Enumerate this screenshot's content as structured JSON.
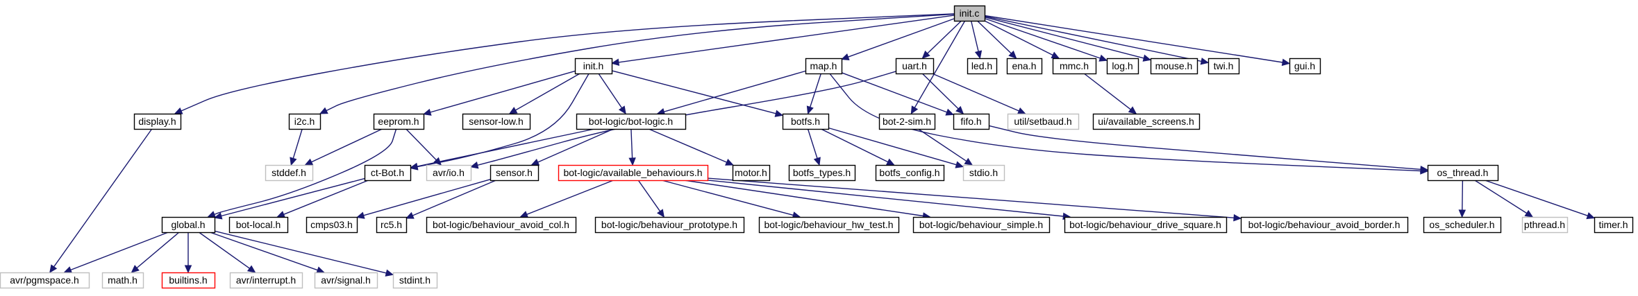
{
  "colors": {
    "edge": "#191970",
    "box_border": "#000000",
    "box_border_missing": "#bfbfbf",
    "box_border_flagged": "#ff0000",
    "root_fill": "#bfbfbf",
    "node_fill": "#ffffff"
  },
  "diagram": {
    "type": "include-dependency-graph",
    "nodes": [
      {
        "id": "init_c",
        "label": "init.c",
        "style": "root"
      },
      {
        "id": "display_h",
        "label": "display.h",
        "style": "normal"
      },
      {
        "id": "i2c_h",
        "label": "i2c.h",
        "style": "normal"
      },
      {
        "id": "init_h",
        "label": "init.h",
        "style": "normal"
      },
      {
        "id": "map_h",
        "label": "map.h",
        "style": "normal"
      },
      {
        "id": "uart_h",
        "label": "uart.h",
        "style": "normal"
      },
      {
        "id": "led_h",
        "label": "led.h",
        "style": "normal"
      },
      {
        "id": "ena_h",
        "label": "ena.h",
        "style": "normal"
      },
      {
        "id": "mmc_h",
        "label": "mmc.h",
        "style": "normal"
      },
      {
        "id": "log_h",
        "label": "log.h",
        "style": "normal"
      },
      {
        "id": "mouse_h",
        "label": "mouse.h",
        "style": "normal"
      },
      {
        "id": "twi_h",
        "label": "twi.h",
        "style": "normal"
      },
      {
        "id": "gui_h",
        "label": "gui.h",
        "style": "normal"
      },
      {
        "id": "eeprom_h",
        "label": "eeprom.h",
        "style": "normal"
      },
      {
        "id": "sensor_low_h",
        "label": "sensor-low.h",
        "style": "normal"
      },
      {
        "id": "bot_logic_h",
        "label": "bot-logic/bot-logic.h",
        "style": "normal"
      },
      {
        "id": "botfs_h",
        "label": "botfs.h",
        "style": "normal"
      },
      {
        "id": "bot_2_sim_h",
        "label": "bot-2-sim.h",
        "style": "normal"
      },
      {
        "id": "fifo_h",
        "label": "fifo.h",
        "style": "normal"
      },
      {
        "id": "setbaud_h",
        "label": "util/setbaud.h",
        "style": "missing"
      },
      {
        "id": "available_screens_h",
        "label": "ui/available_screens.h",
        "style": "normal"
      },
      {
        "id": "stddef_h",
        "label": "stddef.h",
        "style": "missing"
      },
      {
        "id": "ct_bot_h",
        "label": "ct-Bot.h",
        "style": "normal"
      },
      {
        "id": "avr_io_h",
        "label": "avr/io.h",
        "style": "missing"
      },
      {
        "id": "sensor_h",
        "label": "sensor.h",
        "style": "normal"
      },
      {
        "id": "available_behaviours_h",
        "label": "bot-logic/available_behaviours.h",
        "style": "flagged"
      },
      {
        "id": "motor_h",
        "label": "motor.h",
        "style": "normal"
      },
      {
        "id": "botfs_types_h",
        "label": "botfs_types.h",
        "style": "normal"
      },
      {
        "id": "botfs_config_h",
        "label": "botfs_config.h",
        "style": "normal"
      },
      {
        "id": "stdio_h",
        "label": "stdio.h",
        "style": "missing"
      },
      {
        "id": "os_thread_h",
        "label": "os_thread.h",
        "style": "normal"
      },
      {
        "id": "global_h",
        "label": "global.h",
        "style": "normal"
      },
      {
        "id": "bot_local_h",
        "label": "bot-local.h",
        "style": "normal"
      },
      {
        "id": "cmps03_h",
        "label": "cmps03.h",
        "style": "normal"
      },
      {
        "id": "rc5_h",
        "label": "rc5.h",
        "style": "normal"
      },
      {
        "id": "behaviour_avoid_col_h",
        "label": "bot-logic/behaviour_avoid_col.h",
        "style": "normal"
      },
      {
        "id": "behaviour_prototype_h",
        "label": "bot-logic/behaviour_prototype.h",
        "style": "normal"
      },
      {
        "id": "behaviour_hw_test_h",
        "label": "bot-logic/behaviour_hw_test.h",
        "style": "normal"
      },
      {
        "id": "behaviour_simple_h",
        "label": "bot-logic/behaviour_simple.h",
        "style": "normal"
      },
      {
        "id": "behaviour_drive_square_h",
        "label": "bot-logic/behaviour_drive_square.h",
        "style": "normal"
      },
      {
        "id": "behaviour_avoid_border_h",
        "label": "bot-logic/behaviour_avoid_border.h",
        "style": "normal"
      },
      {
        "id": "os_scheduler_h",
        "label": "os_scheduler.h",
        "style": "normal"
      },
      {
        "id": "pthread_h",
        "label": "pthread.h",
        "style": "missing"
      },
      {
        "id": "timer_h",
        "label": "timer.h",
        "style": "normal"
      },
      {
        "id": "pgmspace_h",
        "label": "avr/pgmspace.h",
        "style": "missing"
      },
      {
        "id": "math_h",
        "label": "math.h",
        "style": "missing"
      },
      {
        "id": "builtins_h",
        "label": "builtins.h",
        "style": "flagged"
      },
      {
        "id": "avr_interrupt_h",
        "label": "avr/interrupt.h",
        "style": "missing"
      },
      {
        "id": "avr_signal_h",
        "label": "avr/signal.h",
        "style": "missing"
      },
      {
        "id": "stdint_h",
        "label": "stdint.h",
        "style": "missing"
      }
    ],
    "edges": [
      [
        "init_c",
        "display_h"
      ],
      [
        "init_c",
        "i2c_h"
      ],
      [
        "init_c",
        "init_h"
      ],
      [
        "init_c",
        "map_h"
      ],
      [
        "init_c",
        "uart_h"
      ],
      [
        "init_c",
        "bot_2_sim_h"
      ],
      [
        "init_c",
        "led_h"
      ],
      [
        "init_c",
        "ena_h"
      ],
      [
        "init_c",
        "mmc_h"
      ],
      [
        "init_c",
        "log_h"
      ],
      [
        "init_c",
        "mouse_h"
      ],
      [
        "init_c",
        "twi_h"
      ],
      [
        "init_c",
        "gui_h"
      ],
      [
        "display_h",
        "pgmspace_h"
      ],
      [
        "i2c_h",
        "stddef_h"
      ],
      [
        "init_h",
        "ct_bot_h"
      ],
      [
        "init_h",
        "eeprom_h"
      ],
      [
        "init_h",
        "sensor_low_h"
      ],
      [
        "init_h",
        "bot_logic_h"
      ],
      [
        "init_h",
        "botfs_h"
      ],
      [
        "map_h",
        "bot_logic_h"
      ],
      [
        "map_h",
        "botfs_h"
      ],
      [
        "map_h",
        "fifo_h"
      ],
      [
        "map_h",
        "os_thread_h"
      ],
      [
        "uart_h",
        "avr_io_h"
      ],
      [
        "uart_h",
        "fifo_h"
      ],
      [
        "uart_h",
        "setbaud_h"
      ],
      [
        "mmc_h",
        "available_screens_h"
      ],
      [
        "eeprom_h",
        "stddef_h"
      ],
      [
        "eeprom_h",
        "avr_io_h"
      ],
      [
        "eeprom_h",
        "global_h"
      ],
      [
        "bot_logic_h",
        "ct_bot_h"
      ],
      [
        "bot_logic_h",
        "sensor_h"
      ],
      [
        "bot_logic_h",
        "available_behaviours_h"
      ],
      [
        "bot_logic_h",
        "motor_h"
      ],
      [
        "botfs_h",
        "botfs_types_h"
      ],
      [
        "botfs_h",
        "botfs_config_h"
      ],
      [
        "botfs_h",
        "stdio_h"
      ],
      [
        "bot_2_sim_h",
        "stdio_h"
      ],
      [
        "fifo_h",
        "os_thread_h"
      ],
      [
        "ct_bot_h",
        "global_h"
      ],
      [
        "ct_bot_h",
        "bot_local_h"
      ],
      [
        "sensor_h",
        "cmps03_h"
      ],
      [
        "sensor_h",
        "rc5_h"
      ],
      [
        "available_behaviours_h",
        "behaviour_avoid_col_h"
      ],
      [
        "available_behaviours_h",
        "behaviour_prototype_h"
      ],
      [
        "available_behaviours_h",
        "behaviour_hw_test_h"
      ],
      [
        "available_behaviours_h",
        "behaviour_simple_h"
      ],
      [
        "available_behaviours_h",
        "behaviour_drive_square_h"
      ],
      [
        "available_behaviours_h",
        "behaviour_avoid_border_h"
      ],
      [
        "os_thread_h",
        "os_scheduler_h"
      ],
      [
        "os_thread_h",
        "pthread_h"
      ],
      [
        "os_thread_h",
        "timer_h"
      ],
      [
        "global_h",
        "pgmspace_h"
      ],
      [
        "global_h",
        "math_h"
      ],
      [
        "global_h",
        "builtins_h"
      ],
      [
        "global_h",
        "avr_interrupt_h"
      ],
      [
        "global_h",
        "avr_signal_h"
      ],
      [
        "global_h",
        "stdint_h"
      ]
    ]
  }
}
